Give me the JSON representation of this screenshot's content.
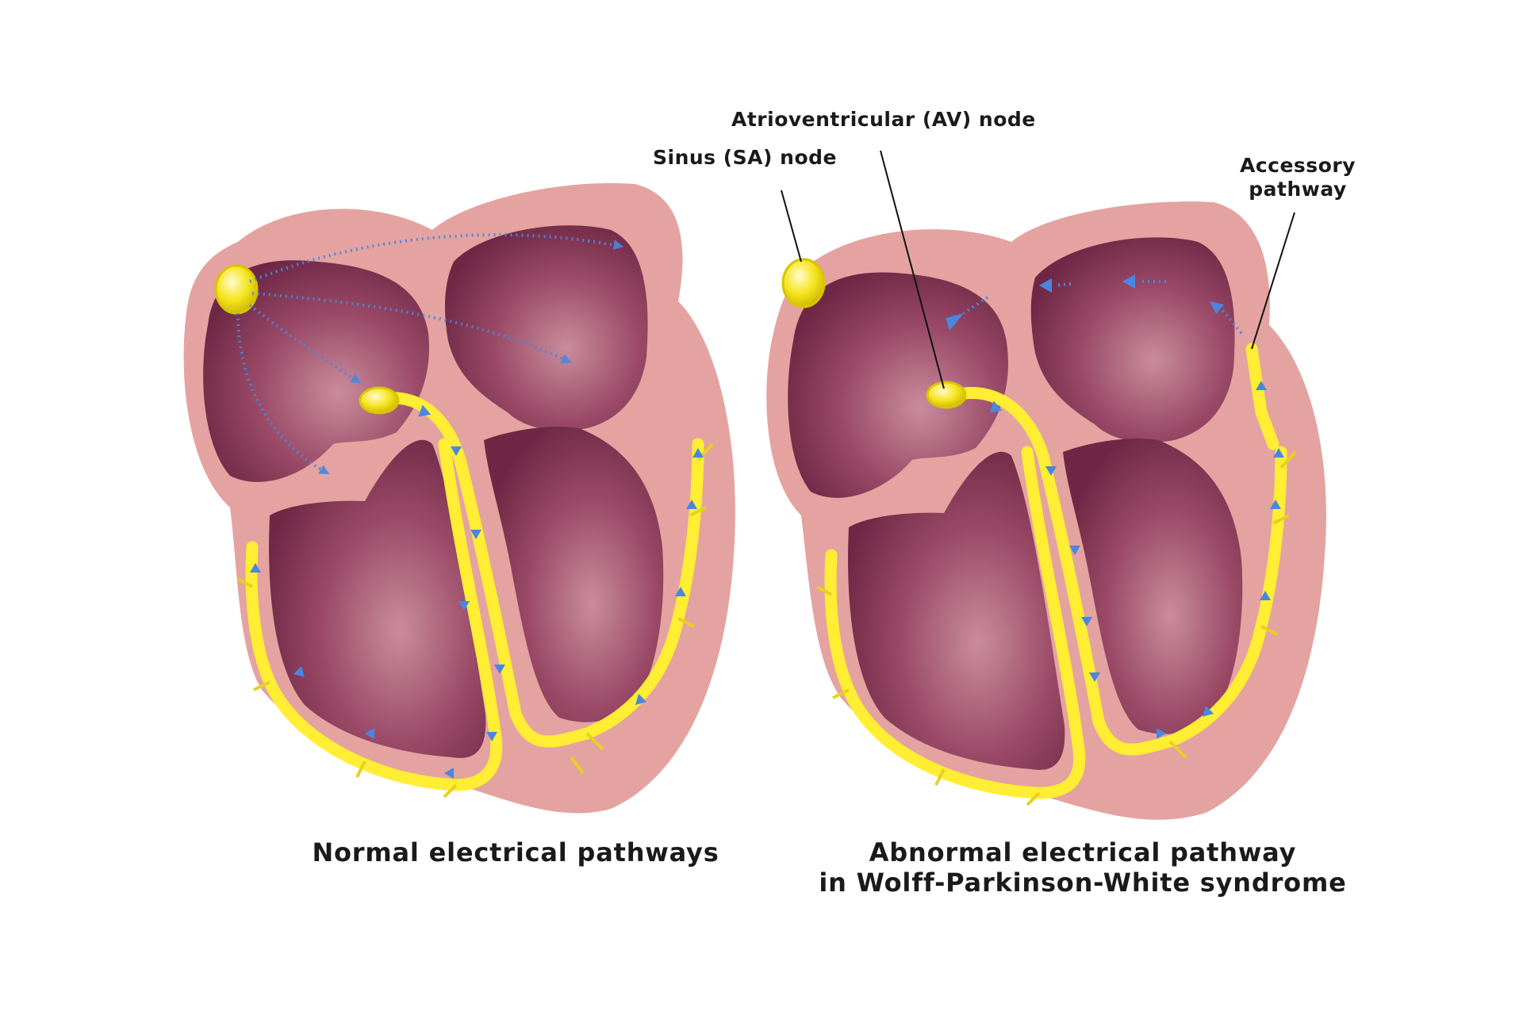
{
  "labels": {
    "av_node": "Atrioventricular (AV) node",
    "sa_node": "Sinus (SA) node",
    "accessory_line1": "Accessory",
    "accessory_line2": "pathway"
  },
  "captions": {
    "normal": "Normal electrical pathways",
    "abnormal_line1": "Abnormal electrical pathway",
    "abnormal_line2": "in Wolff-Parkinson-White syndrome"
  },
  "colors": {
    "heart_wall": "#e4a3a0",
    "chamber": "#8e3c5a",
    "conduction": "#ffee33",
    "signal_arrow": "#4a86e0"
  }
}
